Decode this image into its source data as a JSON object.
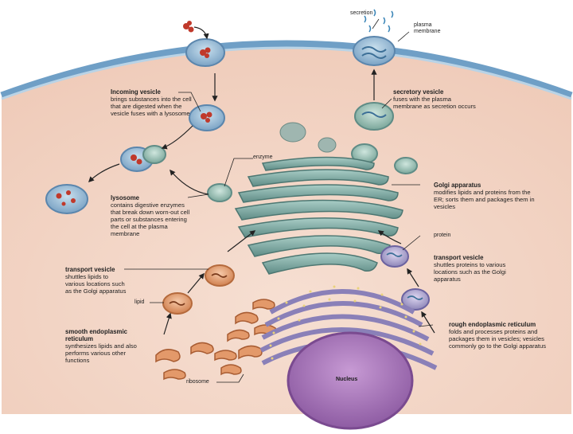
{
  "labels": {
    "secretion": "secretion",
    "plasma_membrane": "plasma membrane",
    "enzyme": "enzyme",
    "protein": "protein",
    "lipid": "lipid",
    "ribosome": "ribosome",
    "nucleus": "Nucleus"
  },
  "callouts": {
    "incoming_vesicle": {
      "title": "Incoming vesicle",
      "body": "brings substances into the cell that are digested when the vesicle fuses with a lysosome"
    },
    "secretory_vesicle": {
      "title": "secretory vesicle",
      "body": "fuses with the plasma membrane as secretion occurs"
    },
    "golgi": {
      "title": "Golgi apparatus",
      "body": "modifies lipids and proteins from the ER; sorts them and packages them in vesicles"
    },
    "lysosome": {
      "title": "lysosome",
      "body": "contains digestive enzymes that break down worn-out cell parts or substances entering the cell at the plasma membrane"
    },
    "transport_vesicle_left": {
      "title": "transport vesicle",
      "body": "shuttles lipids to various locations such as the Golgi apparatus"
    },
    "transport_vesicle_right": {
      "title": "transport vesicle",
      "body": "shuttles proteins to various locations such as the Golgi apparatus"
    },
    "smooth_er": {
      "title": "smooth endoplasmic reticulum",
      "body": "synthesizes lipids and also performs various other functions"
    },
    "rough_er": {
      "title": "rough endoplasmic reticulum",
      "body": "folds and processes proteins and packages them in vesicles; vesicles commonly go to the Golgi apparatus"
    }
  },
  "colors": {
    "cytoplasm": "#f3d6c6",
    "membrane": "#7fa8c9",
    "golgi": "#7ea6a0",
    "rough_er": "#8e86b8",
    "smooth_er": "#d98a5c",
    "nucleus": "#a774b8"
  }
}
